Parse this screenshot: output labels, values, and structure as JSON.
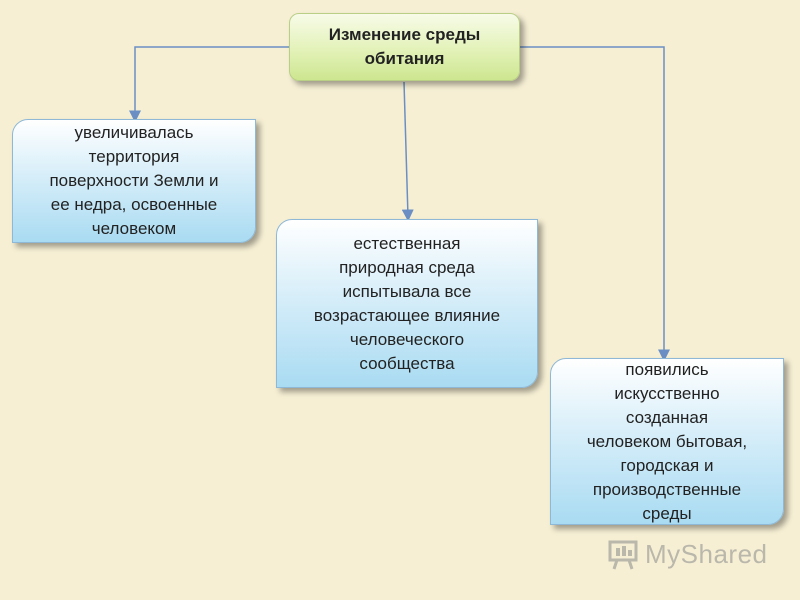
{
  "root": {
    "label": "Изменение среды\nобитания"
  },
  "boxes": [
    {
      "label": "увеличивалась\nтерритория\nповерхности Земли и\nее недра, освоенные\nчеловеком"
    },
    {
      "label": "естественная\nприродная среда\nиспытывала все\nвозрастающее влияние\nчеловеческого\nсообщества"
    },
    {
      "label": "появились\nискусственно\nсозданная\nчеловеком бытовая,\nгородская и\nпроизводственные\nсреды"
    }
  ],
  "watermark": {
    "text": "MyShared"
  },
  "colors": {
    "connector": "#6b8fc4",
    "root_fill": "#d9eea6",
    "box_fill": "#bfe5f6"
  }
}
